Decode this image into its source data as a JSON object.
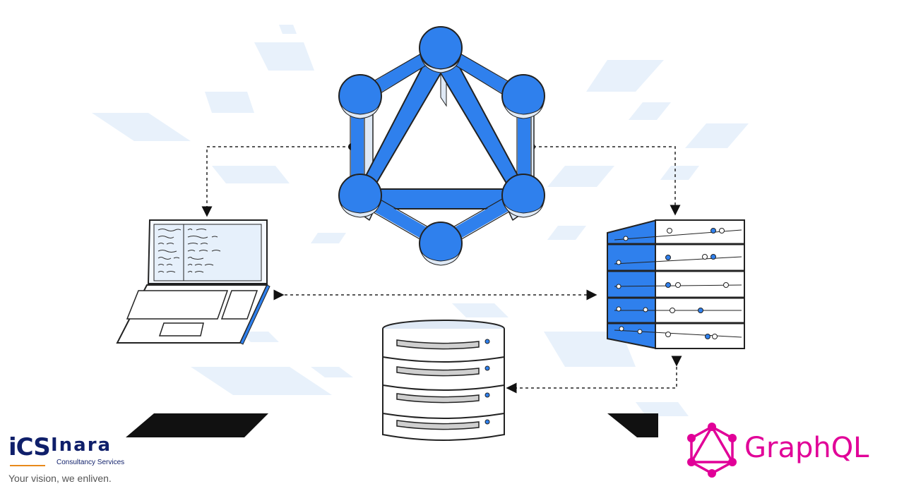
{
  "branding": {
    "company_mark": "iCS",
    "company_name": "Inara",
    "company_subtitle": "Consultancy Services",
    "tagline": "Your vision, we enliven.",
    "product_name": "GraphQL"
  },
  "colors": {
    "graphql_blue": "#2f80ed",
    "graphql_pink": "#e10098",
    "ics_navy": "#0f1f6a",
    "ics_orange": "#e8891a",
    "shard_blue": "#e6f0fb",
    "outline": "#222222"
  },
  "icons": [
    "graphql-hexagon-icon",
    "laptop-icon",
    "server-rack-icon",
    "database-icon",
    "graphql-logo-icon"
  ]
}
